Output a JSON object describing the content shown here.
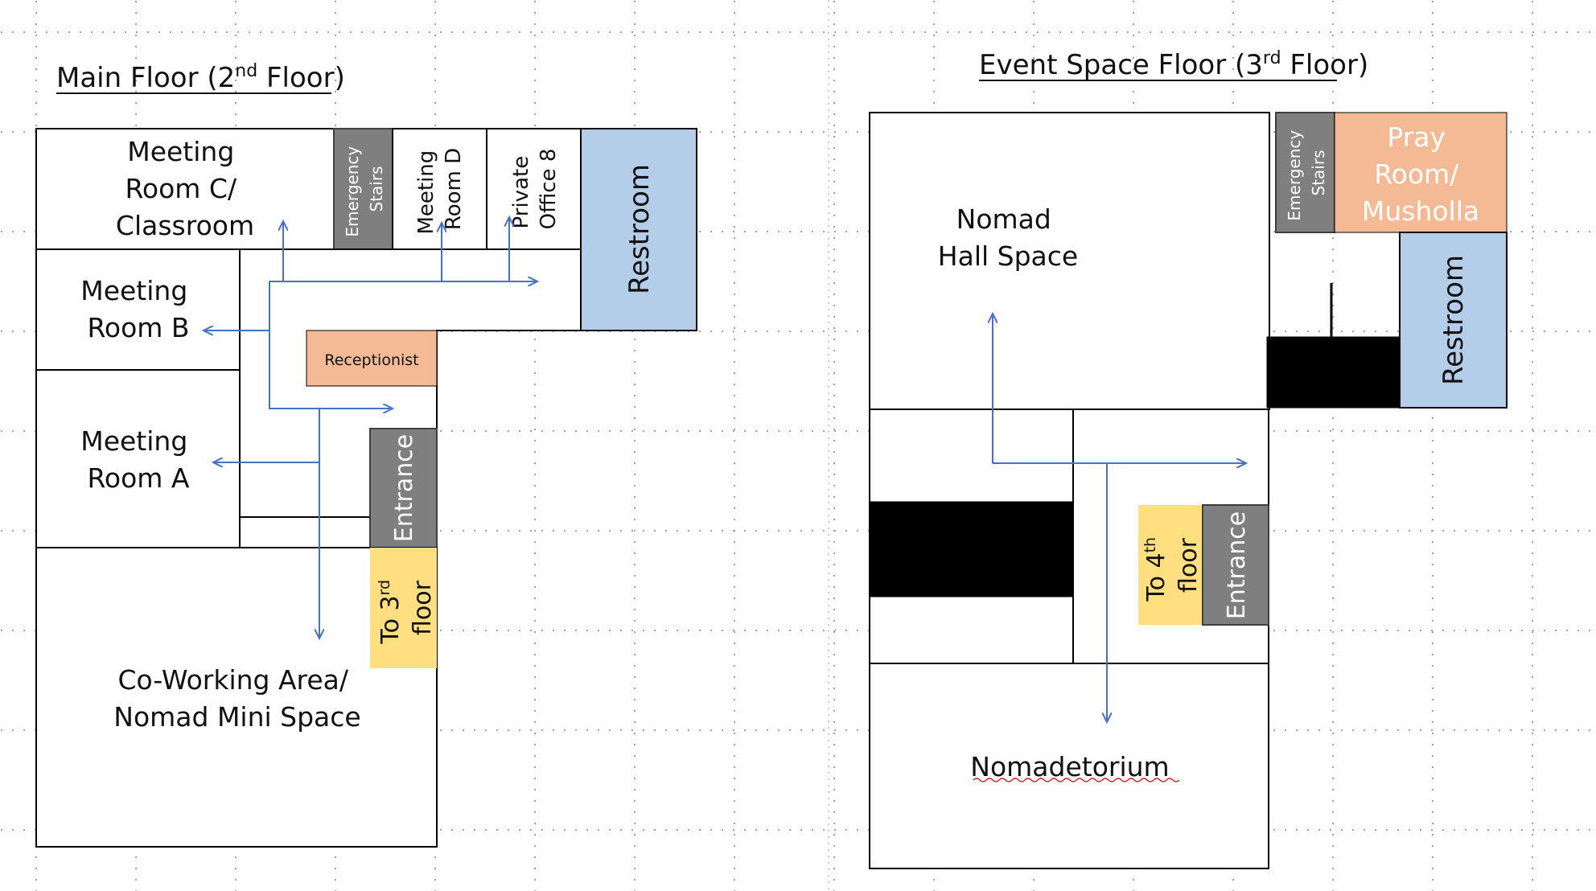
{
  "main_floor": {
    "title": "Main Floor (2nd Floor)",
    "title_base": "Main Floor (2",
    "title_sup": "nd",
    "title_rest": " Floor)",
    "meeting_room_c": [
      "Meeting",
      "Room C/",
      "Classroom"
    ],
    "emergency_stairs": [
      "Emergency",
      "Stairs"
    ],
    "meeting_room_d": [
      "Meeting",
      "Room D"
    ],
    "private_office": [
      "Private",
      "Office 8"
    ],
    "restroom": "Restroom",
    "meeting_room_b": [
      "Meeting",
      "Room B"
    ],
    "receptionist": "Receptionist",
    "meeting_room_a": [
      "Meeting",
      "Room A"
    ],
    "entrance": "Entrance",
    "to_floor": {
      "line1_base": "To 3",
      "line1_sup": "rd",
      "line2": "floor"
    },
    "coworking": [
      "Co-Working Area/",
      "Nomad Mini Space"
    ]
  },
  "event_floor": {
    "title": "Event Space Floor (3rd Floor)",
    "title_base": "Event Space Floor (3",
    "title_sup": "rd",
    "title_rest": " Floor)",
    "nomad_hall": [
      "Nomad",
      "Hall Space"
    ],
    "emergency_stairs": [
      "Emergency",
      "Stairs"
    ],
    "pray_room": [
      "Pray",
      "Room/",
      "Musholla"
    ],
    "restroom": "Restroom",
    "to_floor": {
      "line1_base": "To 4",
      "line1_sup": "th",
      "line2": "floor"
    },
    "entrance": "Entrance",
    "nomadetorium": "Nomadetorium"
  },
  "colors": {
    "arrow": "#4472c4",
    "stairs_grey": "#7f7f7f",
    "restroom_blue": "#b4cde8",
    "orange": "#f4b995",
    "yellow": "#ffdf80"
  }
}
